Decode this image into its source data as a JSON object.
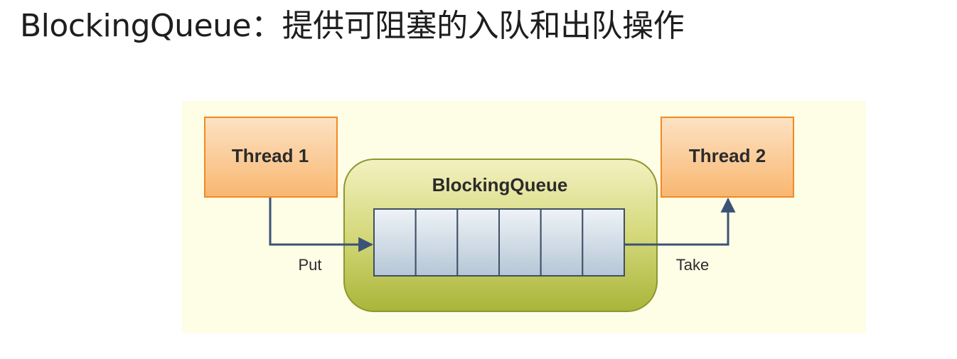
{
  "title": "BlockingQueue：提供可阻塞的入队和出队操作",
  "diagram": {
    "producer_label": "Thread 1",
    "consumer_label": "Thread 2",
    "queue_label": "BlockingQueue",
    "queue_slot_count": 6,
    "put_label": "Put",
    "take_label": "Take",
    "colors": {
      "background": "#fefde6",
      "thread_fill_top": "#fde2c4",
      "thread_fill_bottom": "#f8b770",
      "thread_border": "#f08a24",
      "queue_fill_top": "#f3f1c1",
      "queue_fill_bottom": "#a9b53a",
      "queue_border": "#8d972f",
      "slot_fill_top": "#eef3f7",
      "slot_fill_bottom": "#b6c6d6",
      "slot_border": "#3f4f66",
      "arrow": "#3a5376"
    }
  }
}
